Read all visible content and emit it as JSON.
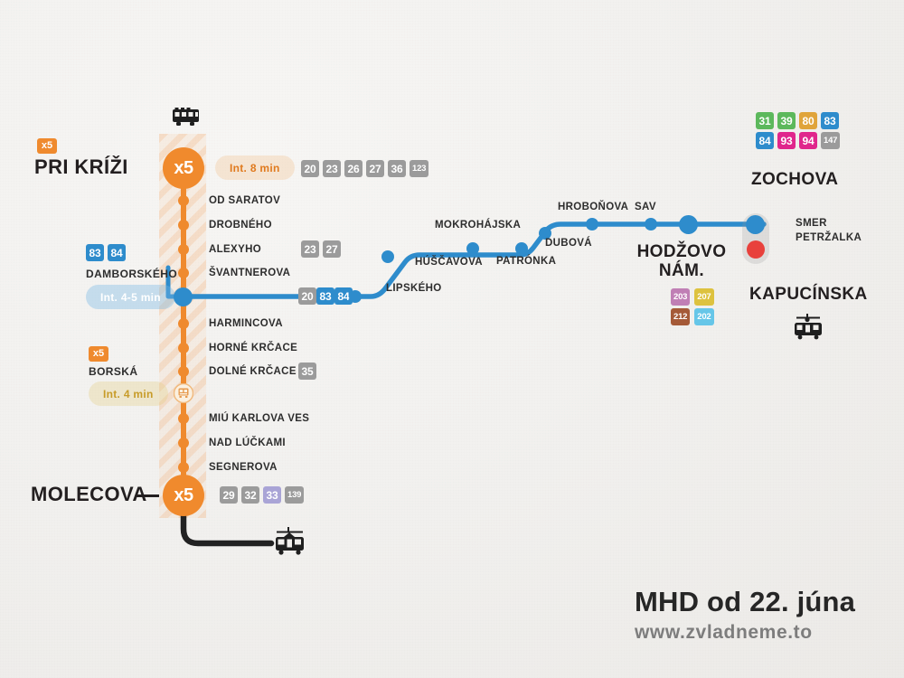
{
  "poster": {
    "title": "MHD od 22. júna",
    "url": "www.zvladneme.to"
  },
  "orange_line": {
    "top_terminal": {
      "name": "PRI KRÍŽI",
      "node_label": "x5",
      "mini_badge": "x5",
      "interval": "Int. 8 min",
      "connections": [
        "20",
        "23",
        "26",
        "27",
        "36",
        "123"
      ]
    },
    "bottom_terminal": {
      "name": "MOLECOVA",
      "node_label": "x5",
      "connections": [
        "29",
        "32",
        "33",
        "139"
      ]
    },
    "stops": [
      {
        "name": "OD SARATOV",
        "connections": []
      },
      {
        "name": "DROBNÉHO",
        "connections": []
      },
      {
        "name": "ALEXYHO",
        "connections": [
          "23",
          "27"
        ]
      },
      {
        "name": "ŠVANTNEROVA",
        "connections": []
      },
      {
        "name": "HARMINCOVA",
        "connections": []
      },
      {
        "name": "HORNÉ KRČACE",
        "connections": []
      },
      {
        "name": "DOLNÉ KRČACE",
        "connections": [
          "35"
        ]
      },
      {
        "name": "MIÚ KARLOVA VES",
        "connections": []
      },
      {
        "name": "NAD LÚČKAMI",
        "connections": []
      },
      {
        "name": "SEGNEROVA",
        "connections": []
      }
    ],
    "west_labels": [
      {
        "name": "DAMBORSKÉHO",
        "badges": [
          "83",
          "84"
        ],
        "interval": "Int. 4-5 min"
      },
      {
        "name": "BORSKÁ",
        "mini_badge": "x5",
        "interval": "Int. 4 min"
      }
    ]
  },
  "blue_line": {
    "junction_badges": [
      "20",
      "83",
      "84"
    ],
    "stops": [
      {
        "name": "LIPSKÉHO"
      },
      {
        "name": "HÚŠČAVOVA"
      },
      {
        "name": "MOKROHÁJSKA"
      },
      {
        "name": "PATRÓNKA"
      },
      {
        "name": "DUBOVÁ"
      },
      {
        "name": "HROBOŇOVA"
      },
      {
        "name": "SAV"
      },
      {
        "name": "HODŽOVO NÁM."
      },
      {
        "name": "ZOCHOVA"
      }
    ],
    "hodzovo_line1": "HODŽOVO",
    "hodzovo_line2": "NÁM.",
    "direction_line1": "SMER",
    "direction_line2": "PETRŽALKA"
  },
  "zochova": {
    "name": "ZOCHOVA",
    "badges_row1": [
      "31",
      "39",
      "80",
      "83"
    ],
    "badges_row2": [
      "84",
      "93",
      "94",
      "147"
    ]
  },
  "kapucinska": {
    "name": "KAPUCÍNSKA",
    "badges_row1": [
      "203",
      "207"
    ],
    "badges_row2": [
      "212",
      "202"
    ]
  },
  "colors": {
    "orange": "#f08a2d",
    "blue": "#2e8ccc",
    "grey_badge": "#9b9b9b",
    "green": "#5cb85c",
    "gold": "#e0a43a",
    "magenta": "#e0268c",
    "purple_33": "#a9a4d6",
    "mauve_203": "#c07fb5",
    "yellow_207": "#ddc23f",
    "brown_212": "#a55a38",
    "skyblue_202": "#66c6e8",
    "red": "#e8413c",
    "background": "#f1efec"
  },
  "icons": {
    "top": "bus-icon",
    "bottom": "tram-icon",
    "kapucinska": "trolleybus-icon",
    "borska_junction": "bus-stop-icon"
  }
}
